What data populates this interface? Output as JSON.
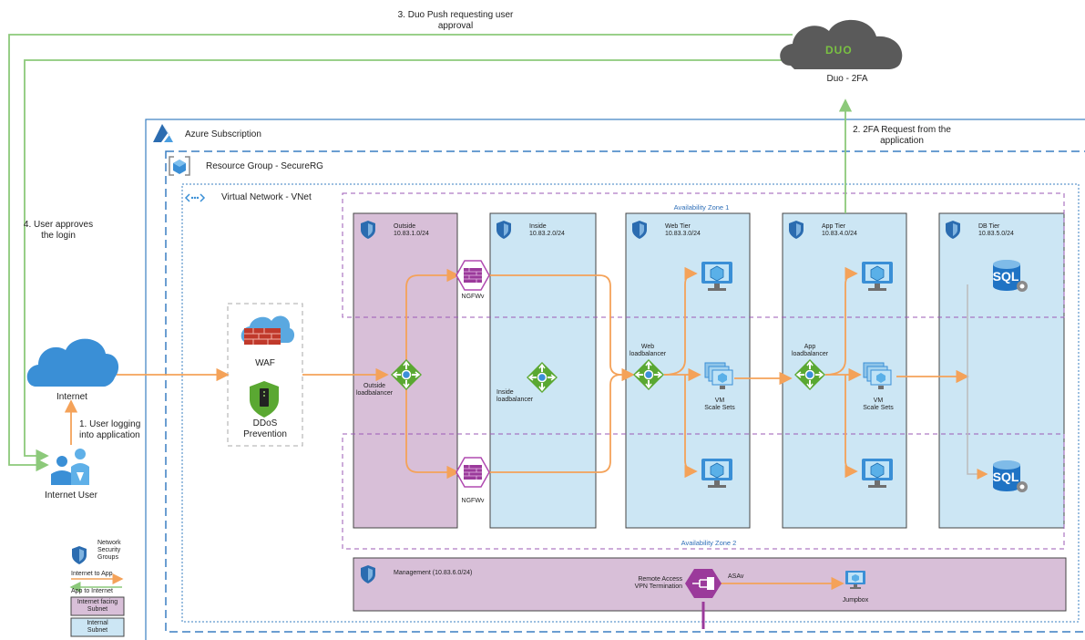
{
  "colors": {
    "to_app": "#f4a259",
    "to_internet": "#8cc97a",
    "internal_subnet": "#cce6f4",
    "internet_facing_subnet": "#d8bfd8",
    "azure_blue": "#2b6cb0",
    "az_zone": "#9b59b6"
  },
  "duo": {
    "logo_text": "DUO",
    "label": "Duo - 2FA"
  },
  "steps": {
    "step3_line1": "3. Duo Push requesting user",
    "step3_line2": "approval",
    "step2_line1": "2. 2FA Request from the",
    "step2_line2": "application",
    "step4_line1": "4. User approves",
    "step4_line2": "the login",
    "step1_line1": "1. User logging",
    "step1_line2": "into application"
  },
  "containers": {
    "subscription": "Azure Subscription",
    "resource_group": "Resource Group - SecureRG",
    "vnet": "Virtual Network - VNet",
    "az1": "Availability Zone 1",
    "az2": "Availability Zone 2"
  },
  "left": {
    "internet": "Internet",
    "internet_user": "Internet User",
    "waf": "WAF",
    "ddos_line1": "DDoS",
    "ddos_line2": "Prevention"
  },
  "subnets": {
    "outside": {
      "name": "Outside",
      "cidr": "10.83.1.0/24"
    },
    "inside": {
      "name": "Inside",
      "cidr": "10.83.2.0/24"
    },
    "web": {
      "name": "Web Tier",
      "cidr": "10.83.3.0/24"
    },
    "app": {
      "name": "App Tier",
      "cidr": "10.83.4.0/24"
    },
    "db": {
      "name": "DB Tier",
      "cidr": "10.83.5.0/24"
    },
    "management": "Management (10.83.6.0/24)"
  },
  "components": {
    "ngfw": "NGFWv",
    "outside_lb_1": "Outside",
    "outside_lb_2": "loadbalancer",
    "inside_lb_1": "Inside",
    "inside_lb_2": "loadbalancer",
    "web_lb_1": "Web",
    "web_lb_2": "loadbalancer",
    "app_lb_1": "App",
    "app_lb_2": "loadbalancer",
    "vmss_1": "VM",
    "vmss_2": "Scale Sets",
    "sql": "SQL",
    "vpn_1": "Remote Access",
    "vpn_2": "VPN Termination",
    "asav": "ASAv",
    "jumpbox": "Jumpbox"
  },
  "legend": {
    "nsg_1": "Network",
    "nsg_2": "Security",
    "nsg_3": "Groups",
    "to_app": "Internet to App",
    "to_internet": "App to Internet",
    "internet_facing_1": "Internet facing",
    "internet_facing_2": "Subnet",
    "internal_1": "Internal",
    "internal_2": "Subnet"
  }
}
